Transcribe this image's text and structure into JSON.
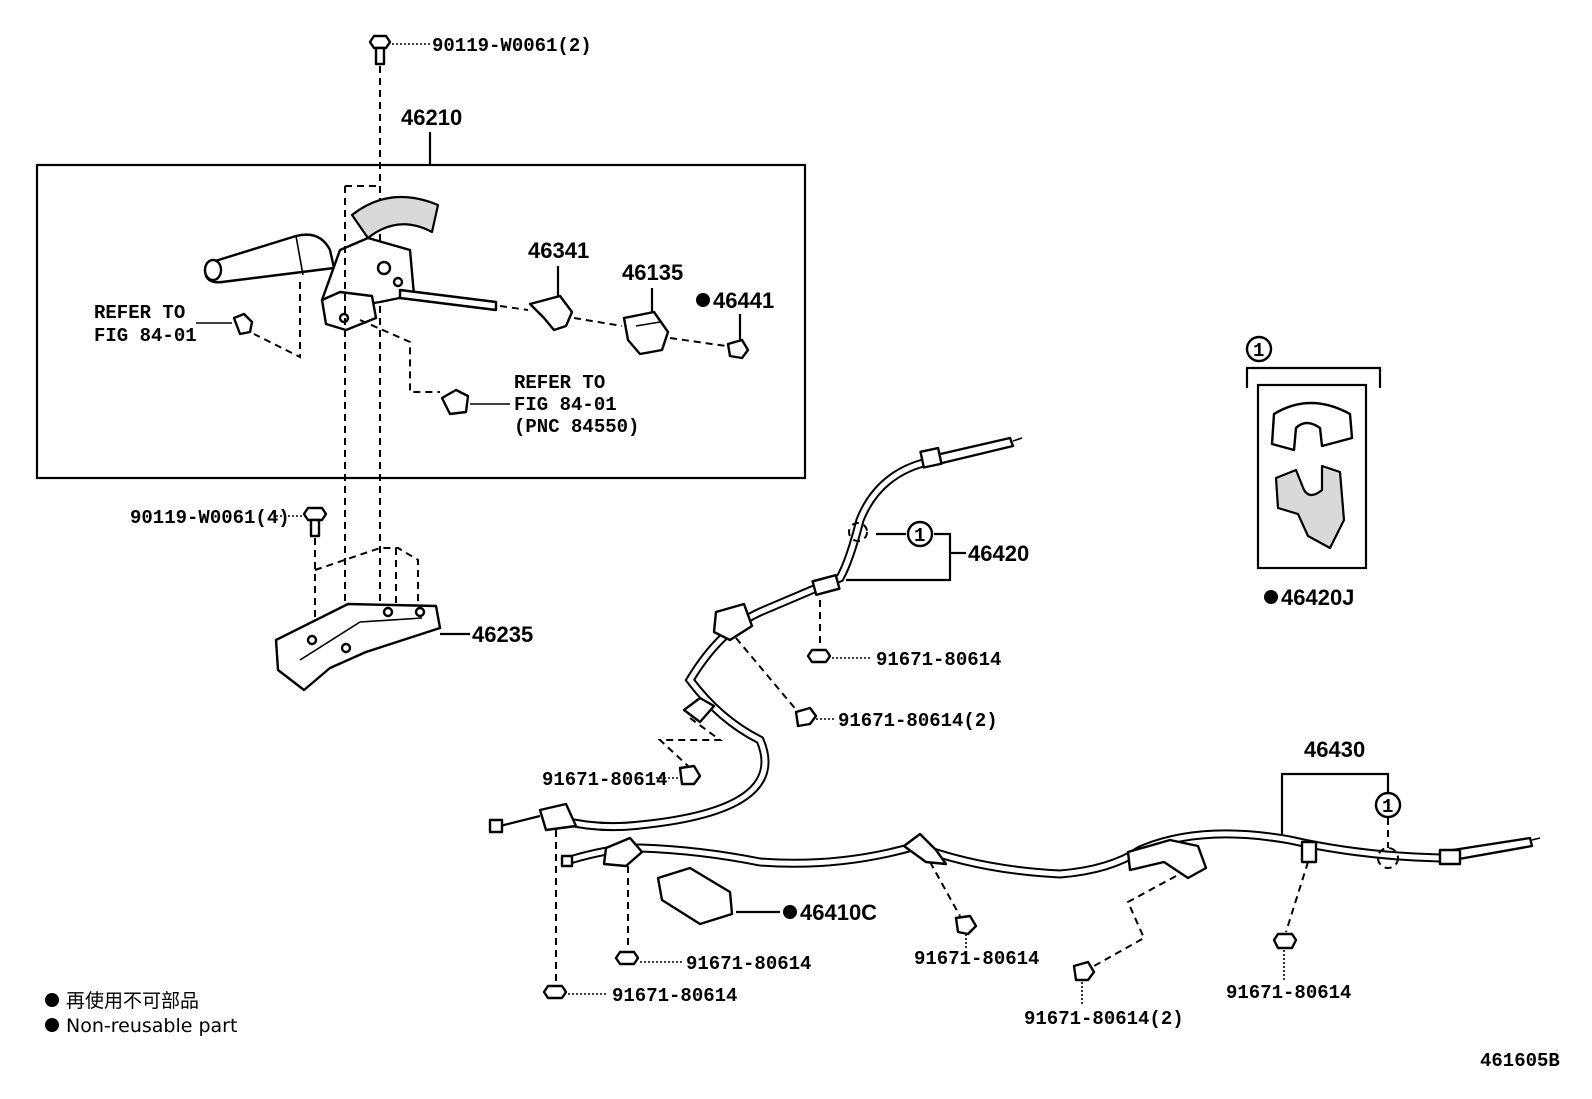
{
  "diagram": {
    "figure_code": "461605B",
    "labels": {
      "bolt_top": "90119-W0061(2)",
      "lever_assy": "46210",
      "refer_left_1": "REFER TO",
      "refer_left_2": "FIG 84-01",
      "p46341": "46341",
      "p46135": "46135",
      "p46441": "46441",
      "refer_mid_1": "REFER TO",
      "refer_mid_2": "FIG 84-01",
      "refer_mid_3": "(PNC 84550)",
      "bolt_mid": "90119-W0061(4)",
      "bracket": "46235",
      "cable_front": "46420",
      "clamp_kit": "46420J",
      "circle_ref": "1",
      "b1": "91671-80614",
      "b2": "91671-80614(2)",
      "b3": "91671-80614",
      "b4": "91671-80614",
      "b5": "91671-80614",
      "b6": "91671-80614",
      "b7": "91671-80614(2)",
      "b8": "91671-80614",
      "cable_rear": "46430",
      "clip": "46410C"
    },
    "legend": {
      "line_jp": "再使用不可部品",
      "line_en": "Non-reusable part"
    }
  }
}
